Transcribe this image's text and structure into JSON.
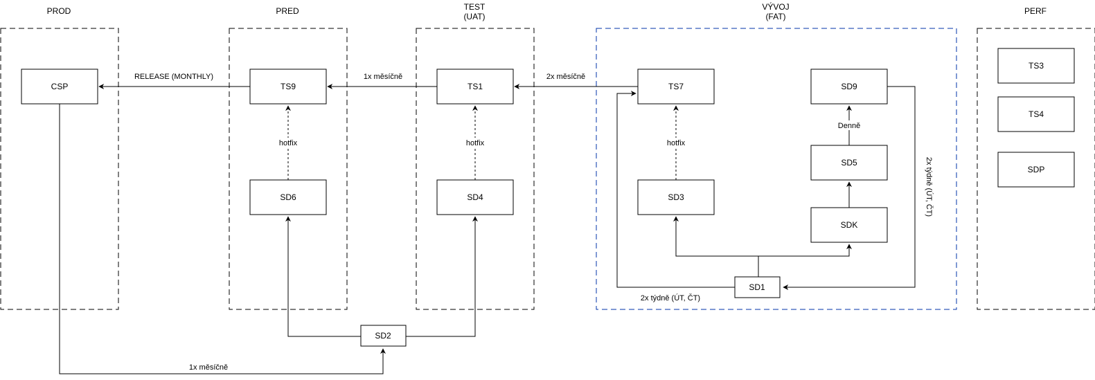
{
  "environments": [
    {
      "id": "prod",
      "title": [
        "PROD"
      ]
    },
    {
      "id": "pred",
      "title": [
        "PRED"
      ]
    },
    {
      "id": "test",
      "title": [
        "TEST",
        "(UAT)"
      ]
    },
    {
      "id": "vyvoj",
      "title": [
        "VÝVOJ",
        "(FAT)"
      ],
      "border_color": "#0033aa"
    },
    {
      "id": "perf",
      "title": [
        "PERF"
      ]
    }
  ],
  "nodes": {
    "csp": "CSP",
    "ts9": "TS9",
    "sd6": "SD6",
    "ts1": "TS1",
    "sd4": "SD4",
    "ts7": "TS7",
    "sd3": "SD3",
    "sd9": "SD9",
    "sd5": "SD5",
    "sdk": "SDK",
    "sd1": "SD1",
    "sd2": "SD2",
    "ts3": "TS3",
    "ts4": "TS4",
    "sdp": "SDP"
  },
  "edges": {
    "ts9_to_csp": "RELEASE (MONTHLY)",
    "ts1_to_ts9": "1x měsíčně",
    "ts7_to_ts1": "2x měsíčně",
    "sd6_to_ts9": "hotfix",
    "sd4_to_ts1": "hotfix",
    "sd3_to_ts7": "hotfix",
    "sd5_to_sd9": "Denně",
    "sd9_to_sd1": "2x týdně (ÚT, ČT)",
    "sd1_to_ts7": "2x týdně (ÚT, ČT)",
    "csp_to_sd2": "1x měsíčně"
  }
}
